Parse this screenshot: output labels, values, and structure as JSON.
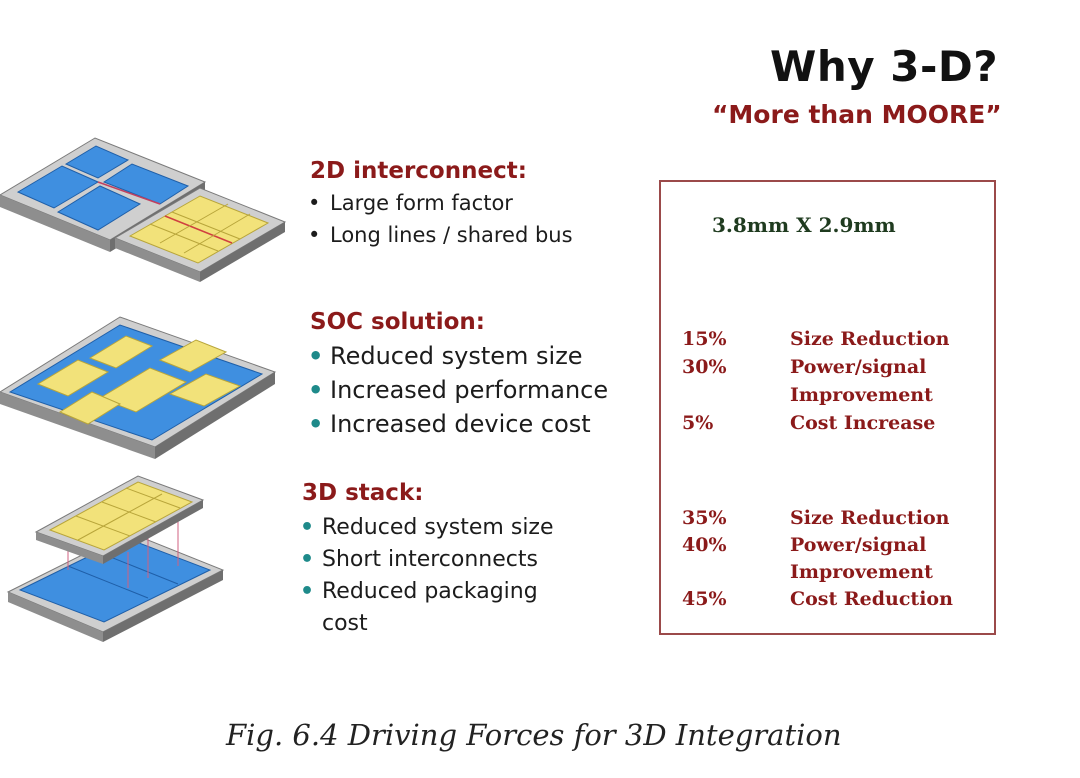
{
  "title": "Why 3-D?",
  "subtitle": "“More than MOORE”",
  "sections": [
    {
      "heading": "2D interconnect:",
      "bullet_glyph": "•",
      "bullets": [
        "Large form factor",
        "Long lines / shared bus"
      ]
    },
    {
      "heading": "SOC solution:",
      "bullet_glyph": "•",
      "bullets": [
        "Reduced system size",
        "Increased performance",
        "Increased device cost"
      ]
    },
    {
      "heading": "3D stack:",
      "bullet_glyph": "•",
      "bullets": [
        "Reduced system size",
        "Short interconnects",
        "Reduced packaging",
        "cost"
      ]
    }
  ],
  "panel": {
    "dimension": "3.8mm X 2.9mm",
    "soc_stats": [
      {
        "value": "15%",
        "label": "Size Reduction"
      },
      {
        "value": "30%",
        "label": "Power/signal"
      },
      {
        "value": "",
        "label": "Improvement"
      },
      {
        "value": "5%",
        "label": "Cost Increase"
      }
    ],
    "stack_stats": [
      {
        "value": "35%",
        "label": "Size Reduction"
      },
      {
        "value": "40%",
        "label": "Power/signal"
      },
      {
        "value": "",
        "label": "Improvement"
      },
      {
        "value": "45%",
        "label": "Cost Reduction"
      }
    ]
  },
  "caption": "Fig. 6.4 Driving Forces for 3D Integration",
  "colors": {
    "accent": "#8b1a1a",
    "die_blue": "#3f8fe0",
    "die_yellow": "#f2e27a",
    "substrate": "#a8a8a8",
    "bullet_teal": "#1e8a8a"
  }
}
